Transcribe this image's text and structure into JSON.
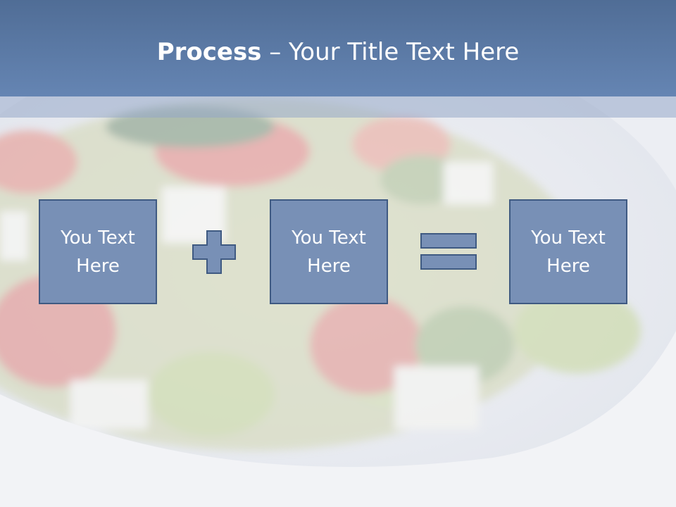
{
  "slide": {
    "title_bold": "Process",
    "title_rest": " – Your Title Text Here",
    "boxes": [
      {
        "label": "You Text Here"
      },
      {
        "label": "You Text Here"
      },
      {
        "label": "You Text Here"
      }
    ],
    "background_image": "salad-bowl-photo"
  },
  "colors": {
    "header": "#5a78a5",
    "box_fill": "#7890b6",
    "box_border": "#3f5a82",
    "operator_fill": "#7890b6"
  },
  "icons": {
    "plus": "plus-icon",
    "equals": "equals-icon"
  }
}
